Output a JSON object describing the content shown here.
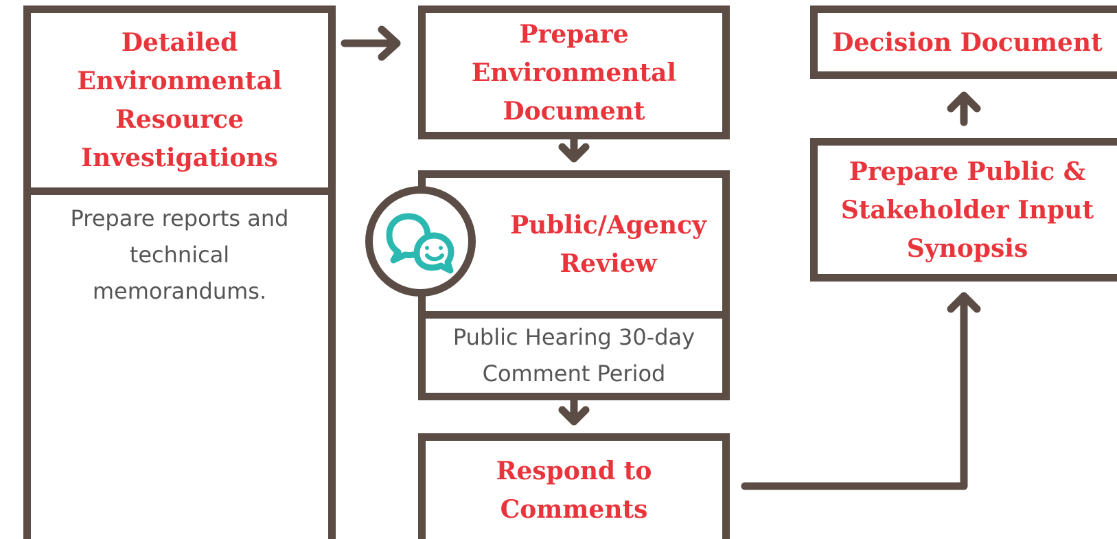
{
  "boxes": {
    "investigations": {
      "title": "Detailed Environmental Resource Investigations",
      "body": "Prepare reports and technical memorandums."
    },
    "prepare_env_doc": {
      "title": "Prepare Environmental Document"
    },
    "review": {
      "title": "Public/Agency Review",
      "body": "Public Hearing 30-day Comment Period"
    },
    "respond": {
      "title": "Respond to Comments"
    },
    "decision": {
      "title": "Decision Document"
    },
    "synopsis": {
      "title": "Prepare Public & Stakeholder Input Synopsis"
    }
  },
  "icons": {
    "review": "chat-bubbles-icon"
  },
  "colors": {
    "title_red": "#e8343a",
    "border_brown": "#5b4d45",
    "icon_teal": "#2bb8b0",
    "body_gray": "#555555"
  }
}
